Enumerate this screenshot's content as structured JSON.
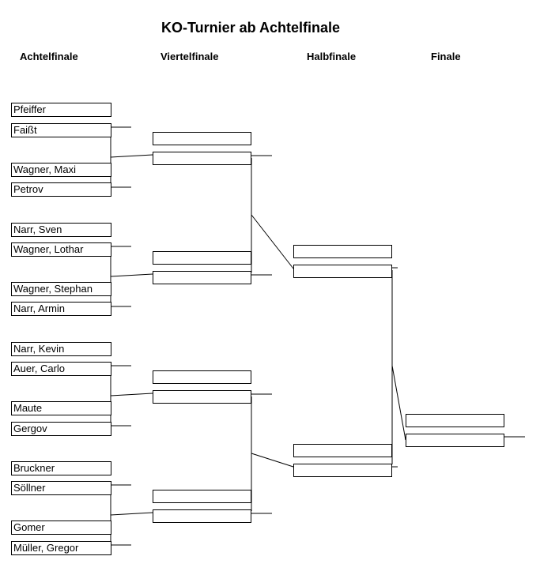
{
  "title": "KO-Turnier ab Achtelfinale",
  "rounds": {
    "r1": "Achtelfinale",
    "r2": "Viertelfinale",
    "r3": "Halbfinale",
    "r4": "Finale"
  },
  "players": [
    "Pfeiffer",
    "Faißt",
    "Wagner, Maxi",
    "Petrov",
    "Narr, Sven",
    "Wagner, Lothar",
    "Wagner, Stephan",
    "Narr, Armin",
    "Narr, Kevin",
    "Auer, Carlo",
    "Maute",
    "Gergov",
    "Bruckner",
    "Söllner",
    "Gomer",
    "Müller, Gregor"
  ],
  "quarterfinal_slots": [
    "",
    "",
    "",
    "",
    "",
    "",
    "",
    ""
  ],
  "semifinal_slots": [
    "",
    "",
    "",
    ""
  ],
  "final_slots": [
    "",
    ""
  ]
}
